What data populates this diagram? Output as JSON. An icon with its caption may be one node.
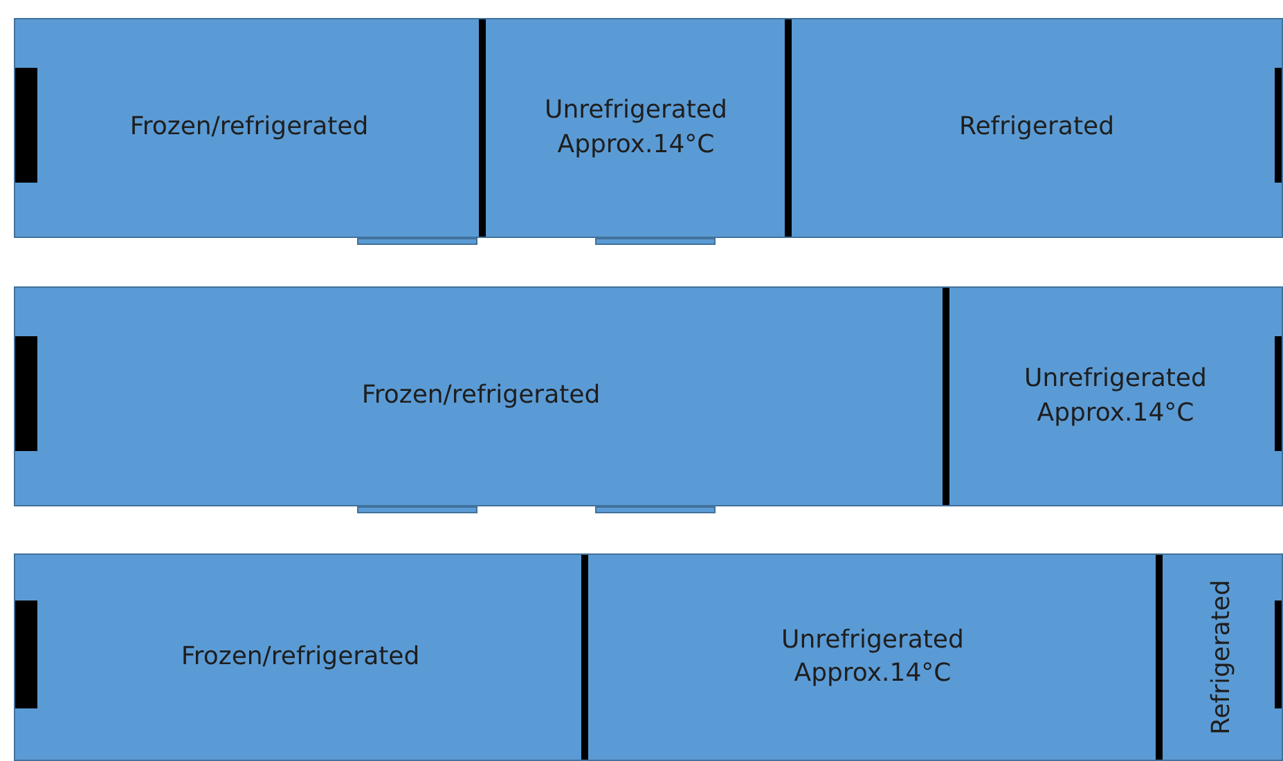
{
  "diagram": {
    "nodes": [
      {
        "text": [],
        "shape": "box"
      },
      {
        "text": [],
        "shape": "bar",
        "in": 0
      },
      {
        "text": [
          "Frozen/refrigerated"
        ],
        "in": 0
      },
      {
        "text": [
          "Unrefrigerated Approx.14°C"
        ],
        "in": 0
      },
      {
        "text": [
          "Refrigerated"
        ],
        "in": 0
      },
      {
        "text": [],
        "shape": "bar",
        "in": 0
      },
      {
        "text": [],
        "shape": "box"
      },
      {
        "text": [],
        "shape": "bar",
        "in": 6
      },
      {
        "text": [
          "Frozen/refrigerated"
        ],
        "in": 6
      },
      {
        "text": [
          "Unrefrigerated Approx.14°C"
        ],
        "in": 6
      },
      {
        "text": [],
        "shape": "bar",
        "in": 6
      },
      {
        "text": [],
        "shape": "box"
      },
      {
        "text": [],
        "shape": "bar",
        "in": 11
      },
      {
        "text": [
          "Frozen/refrigerated"
        ],
        "in": 11
      },
      {
        "text": [
          "Unrefrigerated Approx.14°C"
        ],
        "in": 11
      },
      {
        "text": [
          "Refrigerated"
        ],
        "in": 11
      },
      {
        "text": [],
        "shape": "bar",
        "in": 11
      }
    ]
  }
}
